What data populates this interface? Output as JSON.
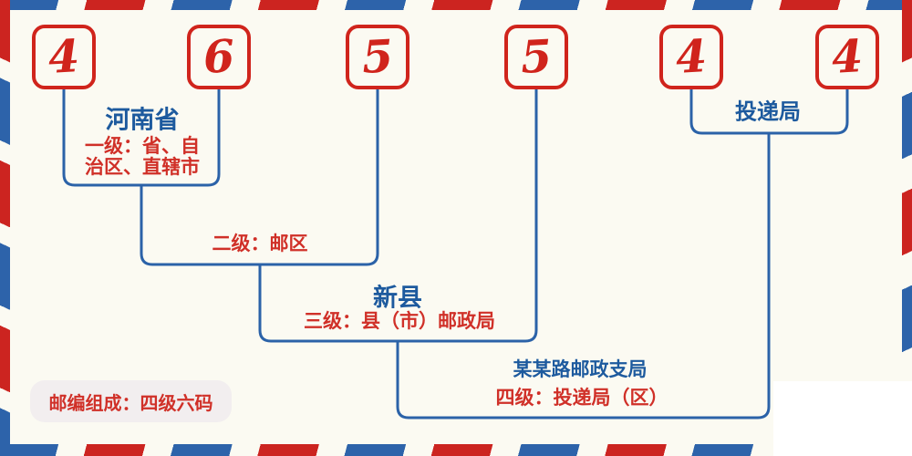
{
  "diagram": {
    "digits": [
      "4",
      "6",
      "5",
      "5",
      "4",
      "4"
    ],
    "levels": {
      "level1": {
        "title": "河南省",
        "desc_line1": "一级：省、自",
        "desc_line2": "治区、直辖市"
      },
      "level2": {
        "desc": "二级：邮区"
      },
      "level3": {
        "title": "新县",
        "desc": "三级：县（市）邮政局"
      },
      "level4": {
        "title": "某某路邮政支局",
        "desc": "四级：投递局（区）"
      },
      "delivery": {
        "title": "投递局"
      }
    },
    "badge": {
      "label": "邮编组成：四级六码"
    }
  },
  "colors": {
    "stripe_red": "#cc2420",
    "stripe_blue": "#2d63aa",
    "line_blue": "#2b62a8",
    "title_blue": "#1d5a9e",
    "text_red": "#d03028",
    "digit_red": "#d0241c",
    "box_red": "#d0241c",
    "background": "#fbfaf2",
    "badge_background": "#f2eeef"
  }
}
